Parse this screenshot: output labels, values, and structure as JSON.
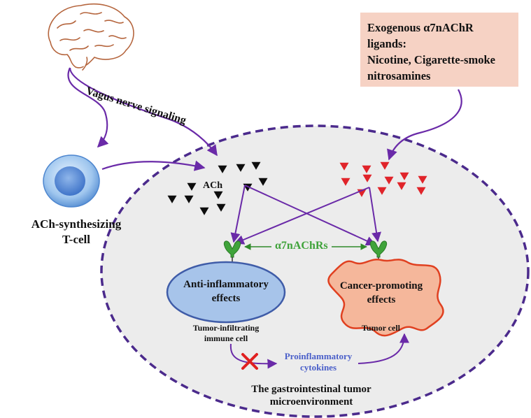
{
  "ligands_box": {
    "line1": "Exogenous α7nAChR",
    "line2": "ligands:",
    "line3": "Nicotine, Cigarette-smoke",
    "line4": "nitrosamines"
  },
  "vagus_label": "Vagus nerve signaling",
  "tcell_label": {
    "line1": "ACh-synthesizing",
    "line2": "T-cell"
  },
  "ach_label": "ACh",
  "receptor_label": "α7nAChRs",
  "immune_effect": {
    "line1": "Anti-inflammatory",
    "line2": "effects"
  },
  "immune_cell_label": {
    "line1": "Tumor-infiltrating",
    "line2": "immune cell"
  },
  "cancer_effect": {
    "line1": "Cancer-promoting",
    "line2": "effects"
  },
  "tumor_cell_label": "Tumor cell",
  "cytokines_label": {
    "line1": "Proinflammatory",
    "line2": "cytokines"
  },
  "microenvironment_label": {
    "line1": "The gastrointestinal tumor",
    "line2": "microenvironment"
  },
  "colors": {
    "arrow_purple": "#6a2aa8",
    "ellipse_border": "#4b2a8c",
    "receptor_green": "#3fa33a",
    "ligand_red": "#e0242a",
    "ach_black": "#0d0d0d",
    "immune_cell_fill": "#a7c4ea",
    "tumor_cell_fill": "#f5b79b",
    "tumor_cell_stroke": "#e04020",
    "box_fill": "#f6d2c4",
    "cytokine_text": "#4a5fc9",
    "inhibit_x": "#e02020"
  }
}
